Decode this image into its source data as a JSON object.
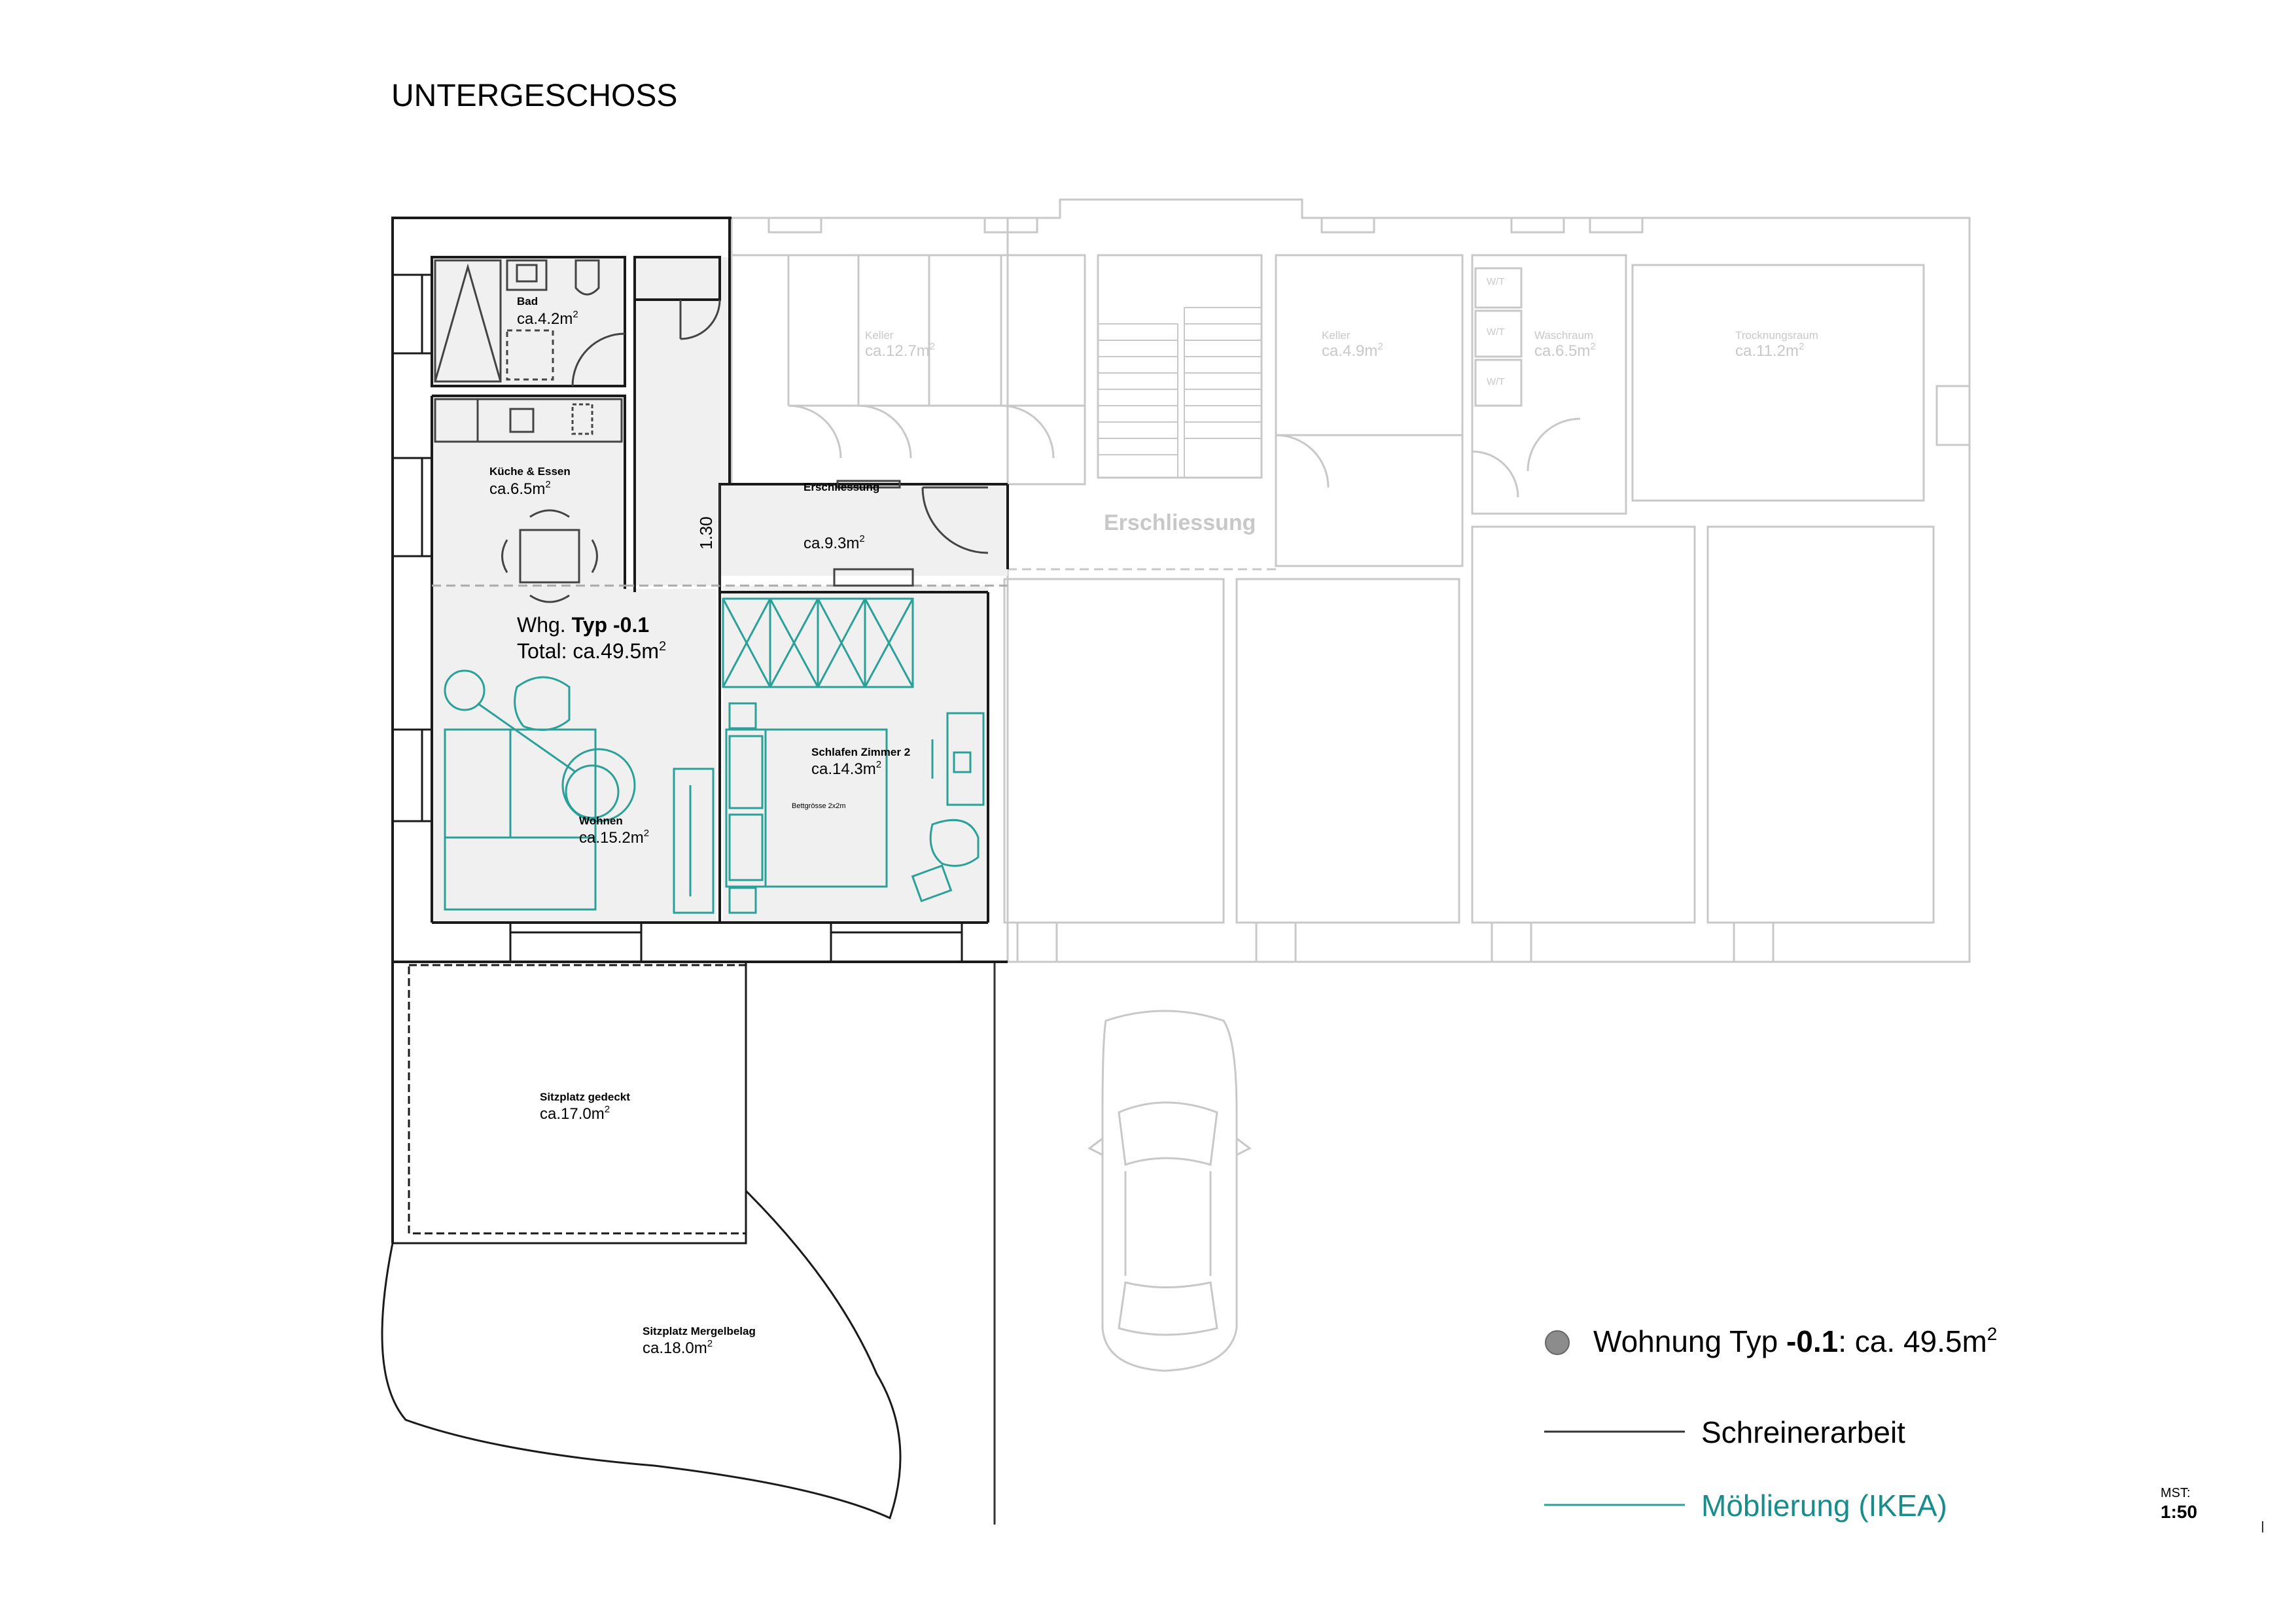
{
  "title": "UNTERGESCHOSS",
  "dimension_label": "1.30",
  "circulation_label": "Erschliessung",
  "rooms": {
    "bad": {
      "name": "Bad",
      "area": "ca.4.2m",
      "sup": "2"
    },
    "kueche": {
      "name": "Küche & Essen",
      "area": "ca.6.5m",
      "sup": "2"
    },
    "erschliessung": {
      "name": "Erschliessung",
      "area": "ca.9.3m",
      "sup": "2"
    },
    "wohnen": {
      "name": "Wohnen",
      "area": "ca.15.2m",
      "sup": "2"
    },
    "schlafen": {
      "name": "Schlafen Zimmer 2",
      "area": "ca.14.3m",
      "sup": "2"
    },
    "keller1": {
      "name": "Keller",
      "area": "ca.12.7m",
      "sup": "2"
    },
    "keller2": {
      "name": "Keller",
      "area": "ca.4.9m",
      "sup": "2"
    },
    "waschraum": {
      "name": "Waschraum",
      "area": "ca.6.5m",
      "sup": "2"
    },
    "trocknungsraum": {
      "name": "Trocknungsraum",
      "area": "ca.11.2m",
      "sup": "2"
    },
    "sitzplatz_gedeckt": {
      "name": "Sitzplatz gedeckt",
      "area": "ca.17.0m",
      "sup": "2"
    },
    "sitzplatz_mergel": {
      "name": "Sitzplatz Mergelbelag",
      "area": "ca.18.0m",
      "sup": "2"
    }
  },
  "apartment": {
    "prefix": "Whg. ",
    "type": "Typ -0.1",
    "total_prefix": "Total: ca.49.5m",
    "total_sup": "2"
  },
  "bed_note": "Bettgrösse 2x2m",
  "wt_labels": [
    "W/T",
    "W/T",
    "W/T"
  ],
  "legend": {
    "marker_color": "#8c8c8c",
    "item1_prefix": "Wohnung Typ ",
    "item1_bold": "-0.1",
    "item1_suffix": ": ca. 49.5m",
    "item1_sup": "2",
    "item2_label": "Schreinerarbeit",
    "item2_color": "#333333",
    "item3_label": "Möblierung (IKEA)",
    "item3_color": "#1a8c8c"
  },
  "scale": {
    "label": "MST:",
    "value": "1:50"
  },
  "colors": {
    "wall": "#1a1a1a",
    "grey_line": "#c8c8c8",
    "apartment_fill": "#f0f0f0",
    "furniture": "#2aa198"
  }
}
